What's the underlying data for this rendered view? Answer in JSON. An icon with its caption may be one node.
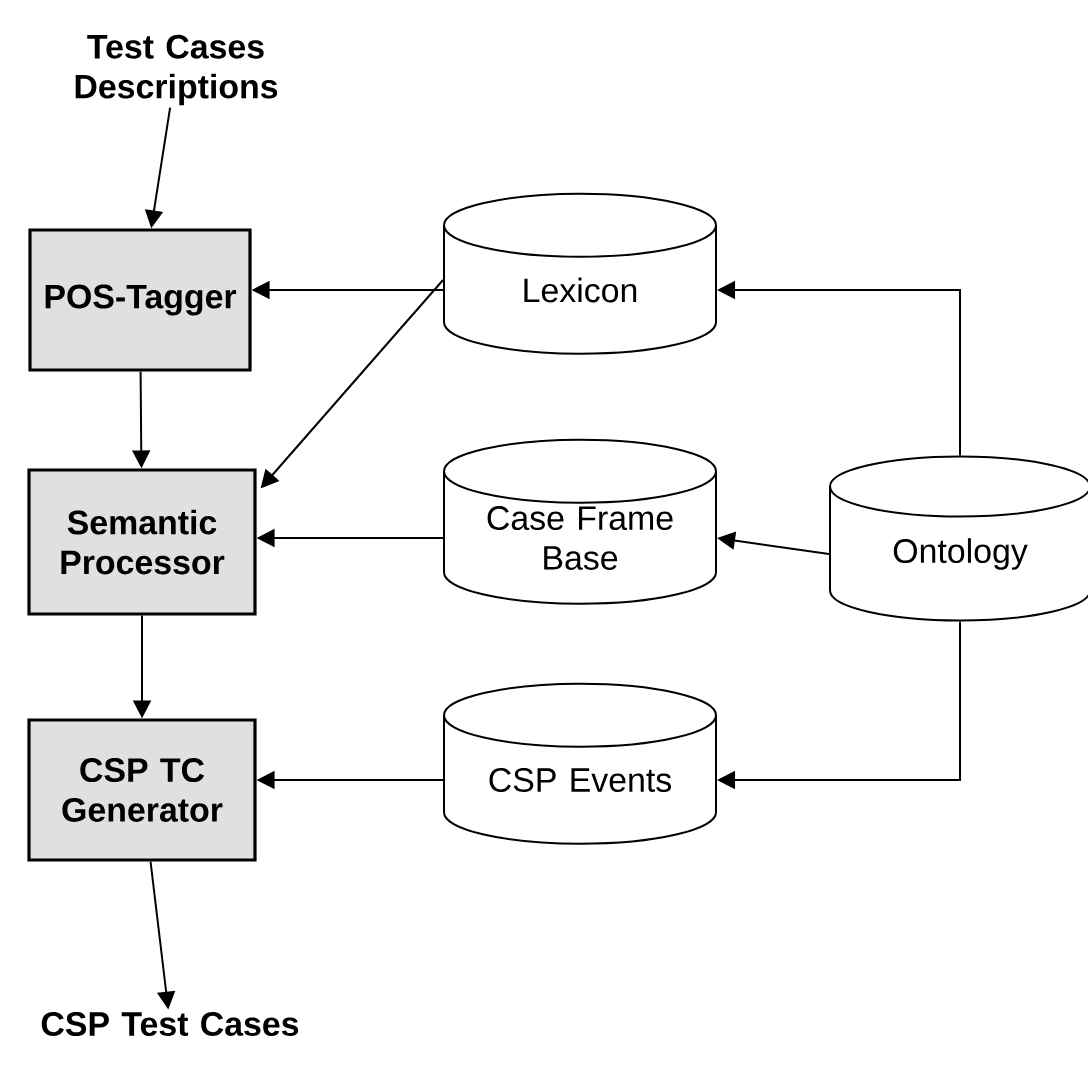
{
  "diagram": {
    "nodes": [
      {
        "text": [
          "Test Cases Descriptions"
        ]
      },
      {
        "text": [
          "POS-Tagger"
        ]
      },
      {
        "text": [
          "Semantic Processor"
        ]
      },
      {
        "text": [
          "CSP TC Generator"
        ]
      },
      {
        "text": [
          "CSP Test Cases"
        ]
      },
      {
        "text": [
          "Lexicon"
        ]
      },
      {
        "text": [
          "Case Frame Base"
        ]
      },
      {
        "text": [
          "CSP Events"
        ]
      },
      {
        "text": [
          "Ontology"
        ]
      }
    ],
    "edges": [
      {
        "from": 0,
        "to": 1,
        "arrow": "to"
      },
      {
        "from": 1,
        "to": 2,
        "arrow": "to"
      },
      {
        "from": 2,
        "to": 3,
        "arrow": "to"
      },
      {
        "from": 3,
        "to": 4,
        "arrow": "to"
      },
      {
        "from": 5,
        "to": 1,
        "arrow": "to"
      },
      {
        "from": 5,
        "to": 2,
        "arrow": "to"
      },
      {
        "from": 6,
        "to": 2,
        "arrow": "to"
      },
      {
        "from": 7,
        "to": 3,
        "arrow": "to"
      },
      {
        "from": 8,
        "to": 5,
        "arrow": "to"
      },
      {
        "from": 8,
        "to": 6,
        "arrow": "to"
      },
      {
        "from": 8,
        "to": 7,
        "arrow": "to"
      }
    ]
  }
}
